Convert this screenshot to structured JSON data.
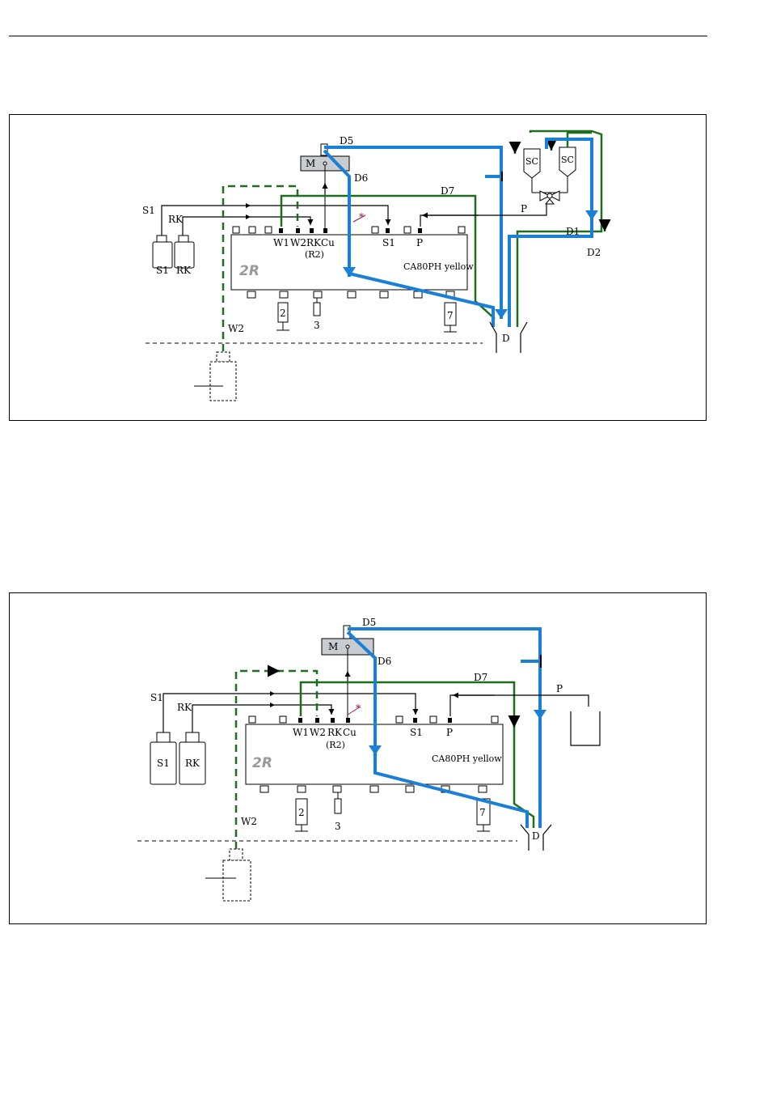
{
  "diagram1": {
    "labels": {
      "d5": "D5",
      "d6": "D6",
      "d7": "D7",
      "d1": "D1",
      "d2": "D2",
      "d": "D",
      "m": "M",
      "s1_line": "S1",
      "rk_line": "RK",
      "p_line": "P",
      "w2": "W2",
      "bottle_s1": "S1",
      "bottle_rk": "RK",
      "port_w1": "W1",
      "port_w2": "W2",
      "port_rk": "RK",
      "port_cu": "Cu",
      "port_s1": "S1",
      "port_p": "P",
      "r2": "(R2)",
      "brand": "2R",
      "device": "CA80PH yellow",
      "pump2": "2",
      "pump3": "3",
      "pump7": "7",
      "sc1": "SC",
      "sc2": "SC",
      "star": "*"
    }
  },
  "diagram2": {
    "labels": {
      "d5": "D5",
      "d6": "D6",
      "d7": "D7",
      "d": "D",
      "m": "M",
      "s1_line": "S1",
      "rk_line": "RK",
      "p_line": "P",
      "w2": "W2",
      "bottle_s1": "S1",
      "bottle_rk": "RK",
      "port_w1": "W1",
      "port_w2": "W2",
      "port_rk": "RK",
      "port_cu": "Cu",
      "port_s1": "S1",
      "port_p": "P",
      "r2": "(R2)",
      "brand": "2R",
      "device": "CA80PH yellow",
      "pump2": "2",
      "pump3": "3",
      "pump7": "7",
      "star": "*"
    }
  },
  "colors": {
    "blue_line": "#1a7fd6",
    "green_line": "#1d6e1d",
    "module": "#c8cbd0"
  }
}
